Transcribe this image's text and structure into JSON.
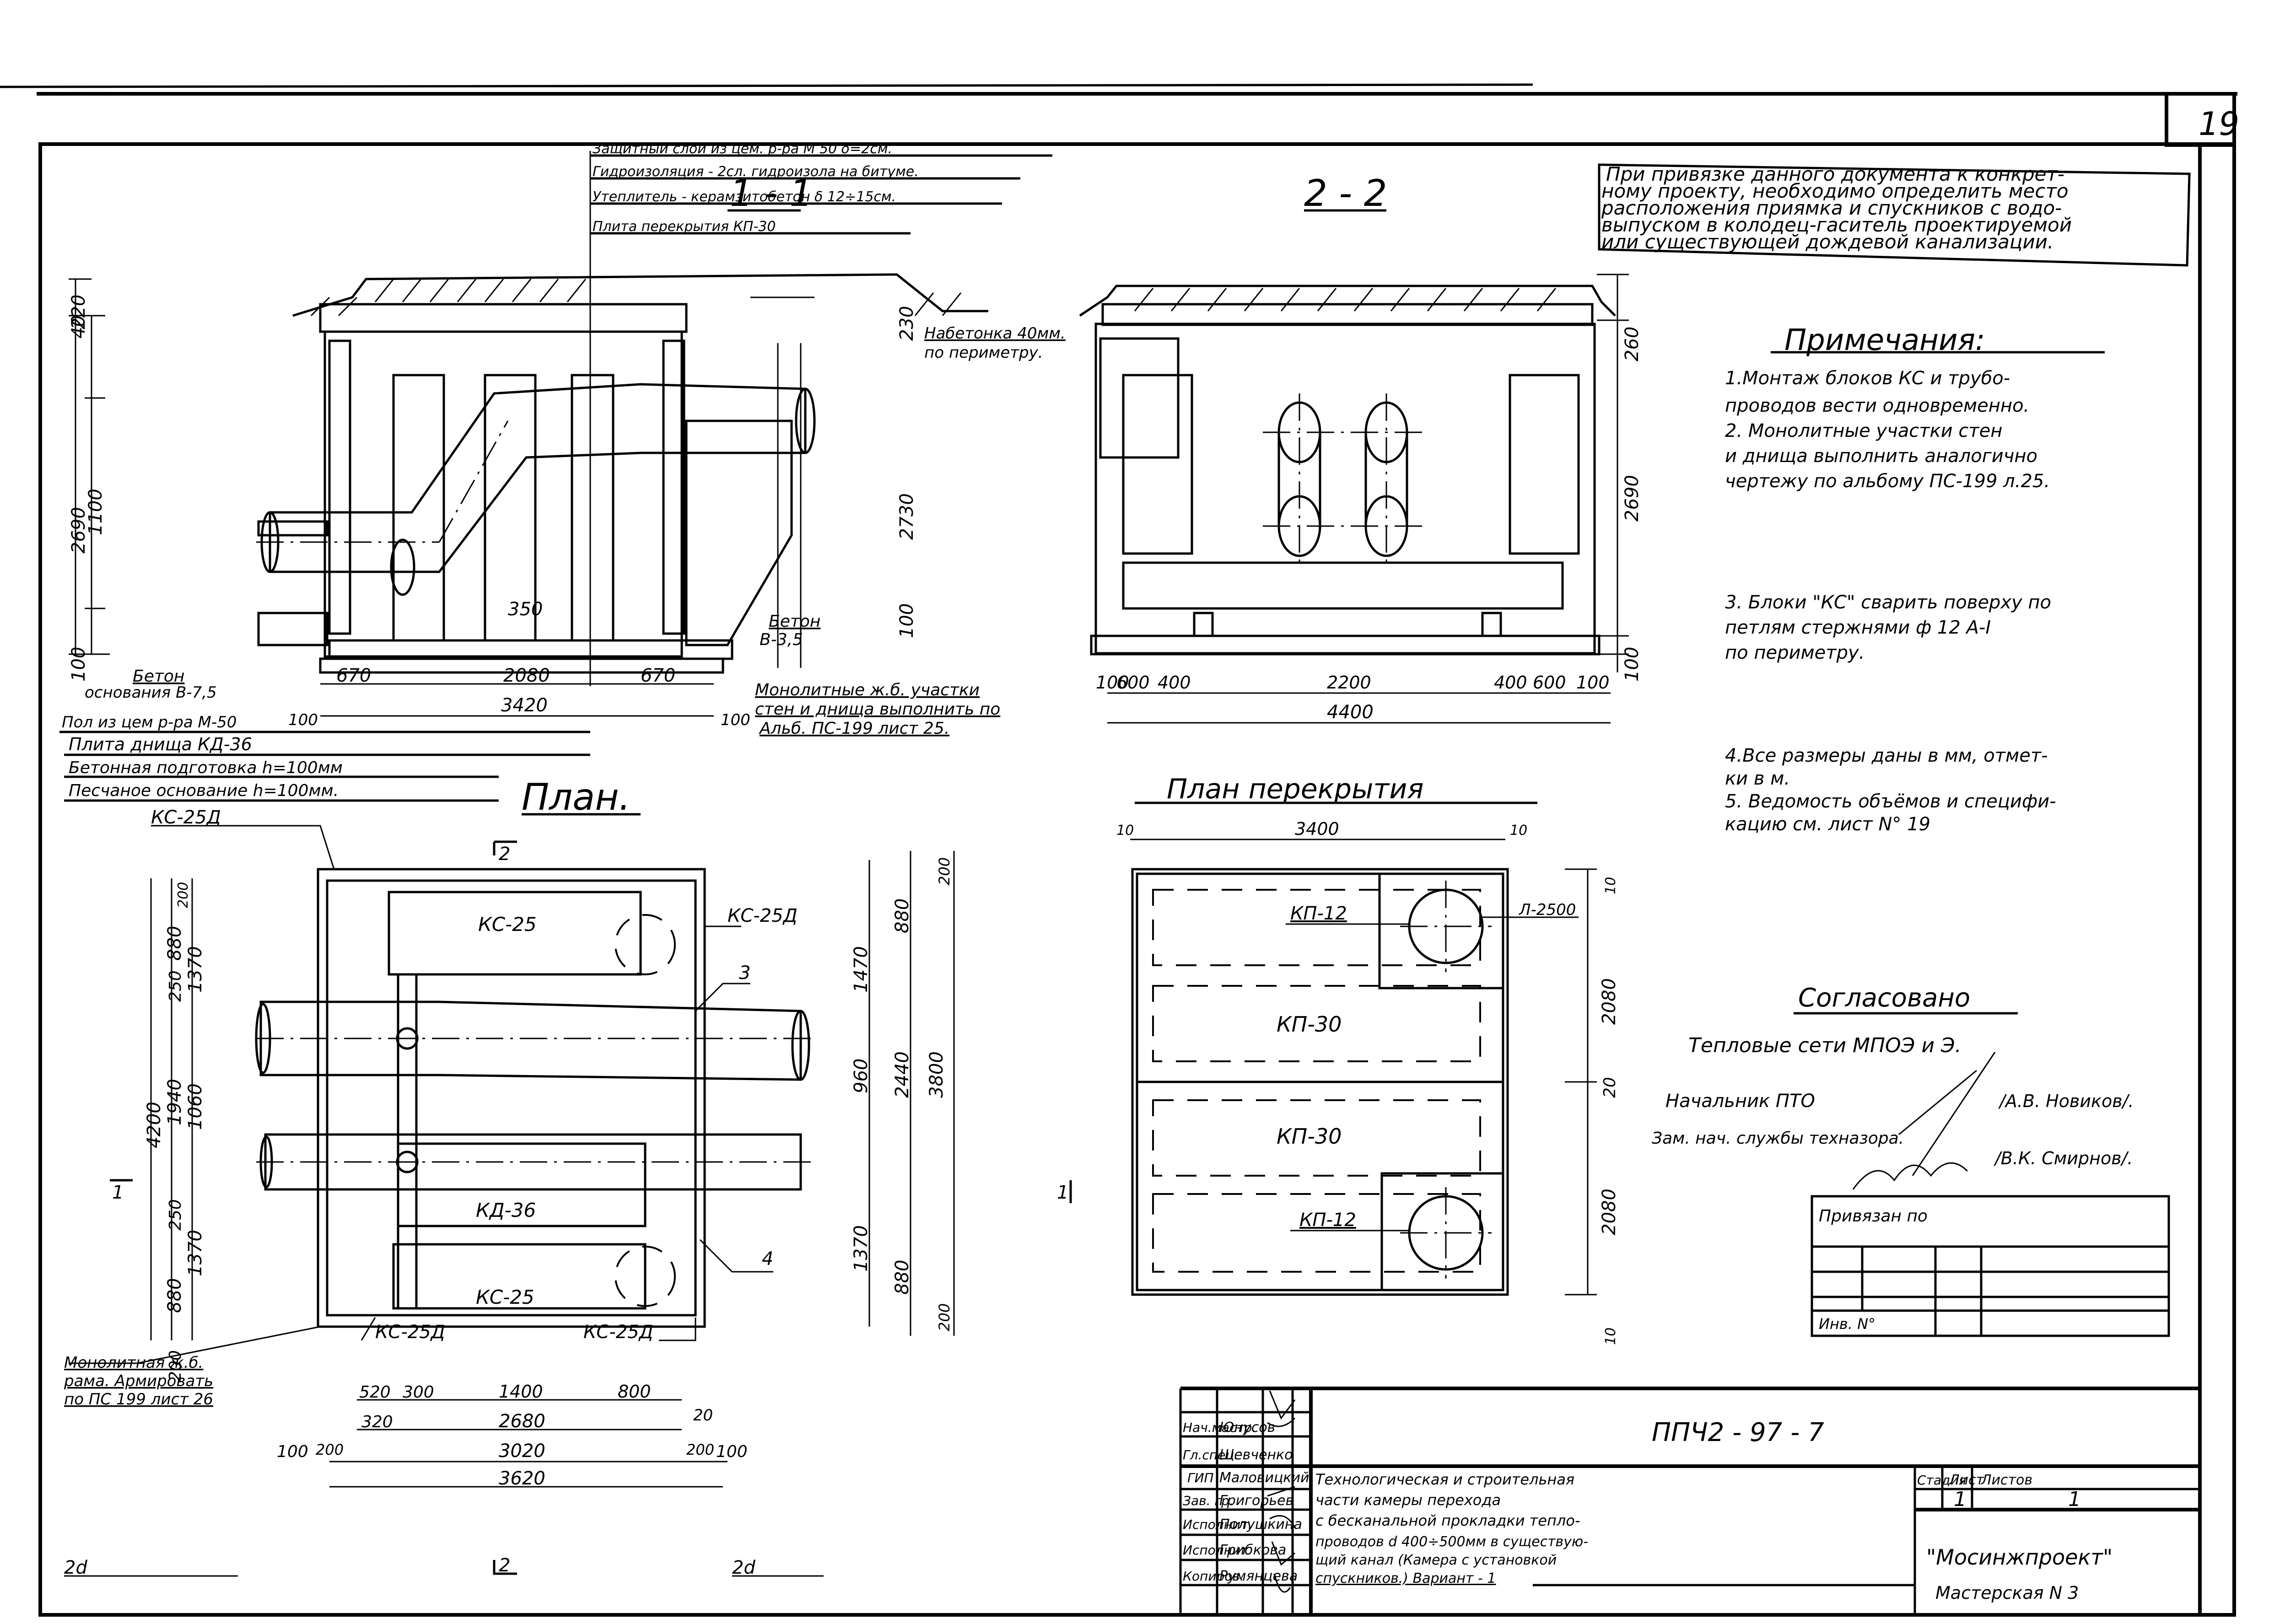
{
  "sheet": {
    "sheet_corner_number": "19",
    "document_code": "ППЧ2 - 97 - 7"
  },
  "binding_note": {
    "lines": [
      "При привязке данного документа к конкрет-",
      "ному проекту, необходимо определить место",
      "расположения приямка и спускников с водо-",
      "выпуском в колодец-гаситель проектируемой",
      "или существующей дождевой канализации."
    ]
  },
  "section_1_1": {
    "title": "1 - 1",
    "layer_labels": [
      "Защитный слой из цем. р-ра М 50 δ=2см.",
      "Гидроизоляция - 2сл. гидроизола на битуме.",
      "Утеплитель - керамзитобетон δ 12÷15см.",
      "Плита перекрытия КП-30"
    ],
    "concreting_label": [
      "Набетонка 40мм.",
      "по периметру."
    ],
    "concrete_label": [
      "Бетон",
      "В-3,5"
    ],
    "base_concrete_label": [
      "Бетон",
      "основания В-7,5"
    ],
    "mortar_label": "Пол из цем р-ра М-50",
    "bottom_labels": [
      "Плита днища КД-36",
      "Бетонная подготовка h=100мм",
      "Песчаное основание h=100мм."
    ],
    "monolith_note": [
      "Монолитные ж.б. участки",
      "стен и днища выполнить по",
      "Альб. ПС-199 лист 25."
    ],
    "dims_vertical_left": [
      "220",
      "40",
      "2690",
      "1100",
      "100"
    ],
    "dims_vertical_right": [
      "230",
      "2730",
      "100"
    ],
    "dim_inner": "350",
    "dims_horizontal": [
      "670",
      "2080",
      "670",
      "3420",
      "100",
      "100"
    ]
  },
  "section_2_2": {
    "title": "2 - 2",
    "dims_vertical": [
      "260",
      "2690",
      "100"
    ],
    "dims_horizontal": [
      "100",
      "600",
      "400",
      "2200",
      "400",
      "600",
      "100",
      "4400"
    ]
  },
  "plan": {
    "title": "План.",
    "section_marks": [
      "2",
      "2",
      "1",
      "1"
    ],
    "block_labels": [
      "КС-25",
      "КД-36",
      "КС-25"
    ],
    "callouts": [
      "КС-25Д",
      "КС-25Д",
      "КС-25Д",
      "КС-25Д",
      "3",
      "4"
    ],
    "monolith_note": [
      "Монолитная ж.б.",
      "рама. Армировать",
      "по ПС 199 лист 26"
    ],
    "dims_left": [
      "4200",
      "200",
      "880",
      "250",
      "1940",
      "250",
      "880",
      "200",
      "1370",
      "1060",
      "1370"
    ],
    "dims_right": [
      "200",
      "880",
      "1470",
      "960",
      "2440",
      "3800",
      "1370",
      "880",
      "200"
    ],
    "dims_bottom": [
      "520",
      "300",
      "1400",
      "800",
      "320",
      "2680",
      "20",
      "100",
      "200",
      "3020",
      "200",
      "100",
      "3620"
    ],
    "floor_marks": [
      "2d",
      "2d"
    ]
  },
  "slab_plan": {
    "title": "План перекрытия",
    "dims_top": [
      "10",
      "3400",
      "10"
    ],
    "dims_right": [
      "10",
      "2080",
      "20",
      "2080",
      "10"
    ],
    "labels": [
      "КП-12",
      "КП-30",
      "КП-30",
      "КП-12"
    ],
    "hatch_label": "Л-2500"
  },
  "notes": {
    "title": "Примечания:",
    "items": [
      [
        "1.Монтаж блоков КС и трубо-",
        "проводов вести одновременно."
      ],
      [
        "2. Монолитные участки стен",
        "и днища выполнить аналогично",
        "чертежу по альбому ПС-199 л.25."
      ],
      [
        "3. Блоки \"КС\" сварить поверху по",
        "петлям стержнями ф 12 А-I",
        "по периметру."
      ],
      [
        "4.Все размеры даны в мм, отмет-",
        "ки в м."
      ],
      [
        "5. Ведомость объёмов и специфи-",
        "кацию см. лист N° 19"
      ]
    ]
  },
  "approval": {
    "title": "Согласовано",
    "org": "Тепловые сети МПОЭ и Э.",
    "rows": [
      {
        "role": "Начальник ПТО",
        "name": "/А.В. Новиков/."
      },
      {
        "role": "Зам. нач. службы техназора.",
        "name": "/В.К. Смирнов/."
      }
    ]
  },
  "binding_table": {
    "title": "Привязан по",
    "inv_label": "Инв. N°"
  },
  "title_block": {
    "staff": [
      {
        "role": "Нач.мастр.",
        "name": "Юнусов"
      },
      {
        "role": "Гл.спец.",
        "name": "Шевченко"
      },
      {
        "role": "ГИП",
        "name": "Маловицкий"
      },
      {
        "role": "Зав. гр.",
        "name": "Григорьев"
      },
      {
        "role": "Исполнит.",
        "name": "Полушкина"
      },
      {
        "role": "Исполнит.",
        "name": "Грибкова"
      },
      {
        "role": "Копиров.",
        "name": "Румянцева"
      }
    ],
    "description": [
      "Технологическая и строительная",
      "части камеры          перехода",
      "с бесканальной прокладки тепло-",
      "проводов d 400÷500мм в существую-",
      "щий канал (Камера с установкой",
      "спускников.) Вариант - 1"
    ],
    "stage_label": "Стадия",
    "sheet_label": "Лист",
    "sheets_label": "Листов",
    "stage_value": "",
    "sheet_value": "1",
    "sheets_value": "1",
    "org": "\"Мосинжпроект\"",
    "workshop": "Мастерская N 3"
  }
}
